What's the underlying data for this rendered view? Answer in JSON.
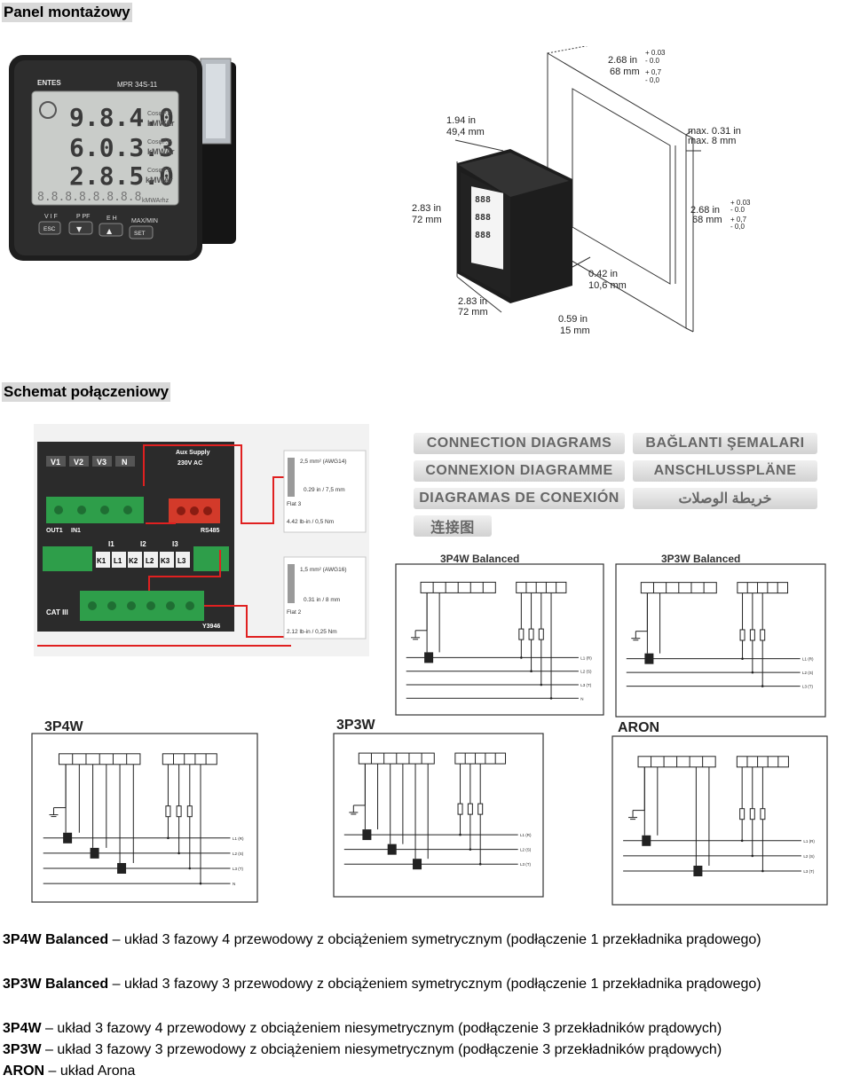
{
  "sections": {
    "panel_title": "Panel montażowy",
    "schema_title": "Schemat połączeniowy"
  },
  "meter": {
    "brand": "ENTES",
    "model": "MPR 34S-11",
    "row1": "9.8.4.0",
    "row2": "6.0.3.3",
    "row3": "2.8.5.0",
    "row4": "8.8.8.8.8.8.8.8",
    "unit1": "CosφP.F.",
    "unit2": "kMWAr",
    "unit3": "kMWArhz",
    "btn_labels": [
      "V I F",
      "P PF",
      "E H",
      "MAX/MIN"
    ],
    "btn_names": [
      "ESC",
      "▼",
      "▲",
      "SET"
    ]
  },
  "dimensions": {
    "top1": "2.68 in",
    "top2": "68 mm",
    "tol_top": [
      "+ 0.03",
      "- 0.0",
      "+ 0,7",
      "- 0,0"
    ],
    "depth1": "1.94 in",
    "depth2": "49,4 mm",
    "max1": "max. 0.31 in",
    "max2": "max. 8 mm",
    "left1": "2.83 in",
    "left2": "72 mm",
    "right1": "2.68 in",
    "right2": "68 mm",
    "tol_right": [
      "+ 0.03",
      "- 0.0",
      "+ 0,7",
      "- 0,0"
    ],
    "small1": "0.42 in",
    "small2": "10,6 mm",
    "bottom1": "2.83 in",
    "bottom2": "72 mm",
    "bot2_1": "0.59 in",
    "bot2_2": "15 mm"
  },
  "terminal": {
    "top_labels": [
      "V1",
      "V2",
      "V3",
      "N"
    ],
    "aux1": "Aux Supply",
    "aux2": "230V AC",
    "out": "OUT1",
    "in": "IN1",
    "rs": "RS485",
    "current_groups": [
      "I1",
      "I2",
      "I3"
    ],
    "current_terms": [
      "K1",
      "L1",
      "K2",
      "L2",
      "K3",
      "L3"
    ],
    "cat": "CAT III",
    "code": "Y3946",
    "spec1": [
      "2,5 mm² (AWG14)",
      "0.29 in / 7,5 mm",
      "Flat 3",
      "4.42 lb-in / 0,5 Nm"
    ],
    "spec2": [
      "1,5 mm² (AWG16)",
      "0.31 in / 8 mm",
      "Flat 2",
      "2.12 lb-in / 0,25 Nm"
    ]
  },
  "badges": [
    "CONNECTION DIAGRAMS",
    "BAĞLANTI ŞEMALARI",
    "CONNEXION DIAGRAMME",
    "ANSCHLUSSPLÄNE",
    "DIAGRAMAS DE CONEXIÓN",
    "خريطة الوصلات",
    "连接图"
  ],
  "diagrams": {
    "d1": "3P4W Balanced",
    "d2": "3P3W Balanced",
    "d3": "3P4W",
    "d4": "3P3W",
    "d5": "ARON",
    "lines4": [
      "L1 (R)",
      "L2 (S)",
      "L3 (T)",
      "N"
    ],
    "lines3": [
      "L1 (R)",
      "L2 (S)",
      "L3 (T)"
    ]
  },
  "descriptions": [
    {
      "bold": "3P4W Balanced",
      "text": " – układ 3 fazowy 4 przewodowy z obciążeniem symetrycznym (podłączenie 1 przekładnika prądowego)"
    },
    {
      "bold": "3P3W Balanced",
      "text": " – układ 3 fazowy 3 przewodowy z obciążeniem symetrycznym (podłączenie 1 przekładnika prądowego)"
    },
    {
      "bold": "3P4W",
      "text": " – układ 3 fazowy 4 przewodowy z obciążeniem niesymetrycznym (podłączenie 3 przekładników prądowych)"
    },
    {
      "bold": "3P3W",
      "text": " – układ 3 fazowy 3 przewodowy z obciążeniem niesymetrycznym (podłączenie 3 przekładników prądowych)"
    },
    {
      "bold": "ARON",
      "text": " – układ Arona"
    }
  ],
  "colors": {
    "bezel": "#1e1e1e",
    "lcd": "#c9ccc9",
    "terminal_green": "#2e9e4a",
    "terminal_red": "#d33a2a",
    "wire_red": "#e02020",
    "badge_text": "#6a6a6a"
  }
}
